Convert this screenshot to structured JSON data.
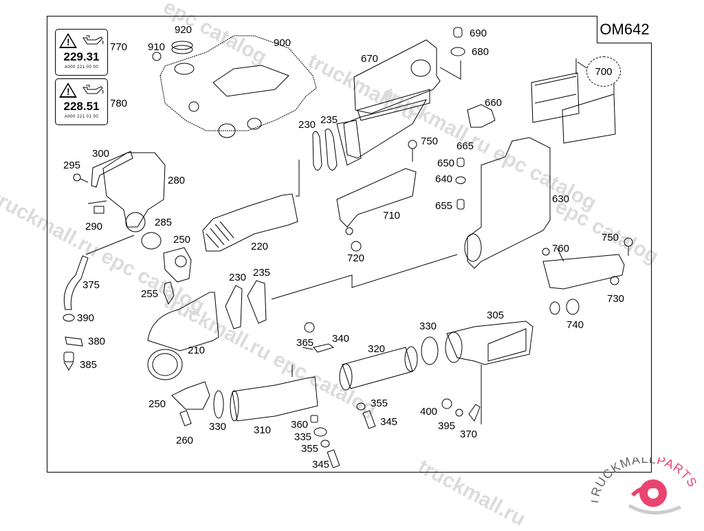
{
  "diagram": {
    "model_code": "OM642",
    "warning_labels": [
      {
        "number": "229.31",
        "sub": "A000 221 00 00",
        "callout": "770"
      },
      {
        "number": "228.51",
        "sub": "A000 221 01 00",
        "callout": "780"
      }
    ],
    "callouts": {
      "920": "920",
      "910": "910",
      "900": "900",
      "690": "690",
      "680": "680",
      "670": "670",
      "660": "660",
      "665": "665",
      "700": "700",
      "750a": "750",
      "650": "650",
      "640": "640",
      "655": "655",
      "630": "630",
      "230a": "230",
      "235a": "235",
      "300": "300",
      "295": "295",
      "280": "280",
      "290": "290",
      "285": "285",
      "250a": "250",
      "220": "220",
      "710": "710",
      "720": "720",
      "750b": "750",
      "760": "760",
      "730": "730",
      "740": "740",
      "375": "375",
      "255": "255",
      "230b": "230",
      "235b": "235",
      "390": "390",
      "380": "380",
      "385": "385",
      "210": "210",
      "365": "365",
      "340": "340",
      "320": "320",
      "330a": "330",
      "305": "305",
      "355a": "355",
      "345a": "345",
      "400": "400",
      "395": "395",
      "370": "370",
      "250b": "250",
      "260": "260",
      "330b": "330",
      "310": "310",
      "360": "360",
      "335": "335",
      "355b": "355",
      "345b": "345"
    },
    "watermarks": [
      "epc catalog",
      "truckmall.ru",
      "truckmall.ru epc catalog",
      "truckmall.ru epc catalog",
      "epc catalog",
      "truckmall.ru",
      "truckmall.ru epc catalog"
    ],
    "logo": {
      "text_dark": "TRUCKMALL",
      "text_accent": "PARTS",
      "accent_color": "#e8456f",
      "dark_color": "#444444"
    }
  }
}
